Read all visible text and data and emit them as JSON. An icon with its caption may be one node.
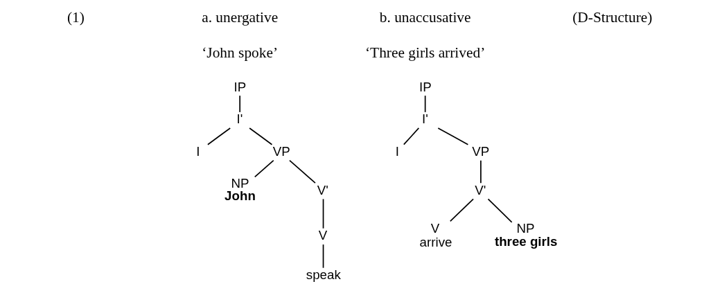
{
  "diagram": {
    "nodes": [
      {
        "text": [
          "IP"
        ]
      },
      {
        "text": [
          "I'"
        ]
      },
      {
        "text": [
          "I"
        ]
      },
      {
        "text": [
          "VP"
        ]
      },
      {
        "text": [
          "NP"
        ],
        "beside": [
          "John"
        ]
      },
      {
        "text": [
          "V'"
        ]
      },
      {
        "text": [
          "V"
        ]
      },
      {
        "text": [
          "speak"
        ]
      },
      {
        "text": [
          "IP"
        ]
      },
      {
        "text": [
          "I'"
        ]
      },
      {
        "text": [
          "I"
        ]
      },
      {
        "text": [
          "VP"
        ]
      },
      {
        "text": [
          "V'"
        ]
      },
      {
        "text": [
          "V"
        ],
        "beside": [
          "arrive"
        ]
      },
      {
        "text": [
          "NP"
        ],
        "beside": [
          "three girls"
        ]
      }
    ],
    "edges": [
      {
        "from": 0,
        "to": 1,
        "arrow": "none"
      },
      {
        "from": 1,
        "to": 2,
        "arrow": "none"
      },
      {
        "from": 1,
        "to": 3,
        "arrow": "none"
      },
      {
        "from": 3,
        "to": 4,
        "arrow": "none"
      },
      {
        "from": 3,
        "to": 5,
        "arrow": "none"
      },
      {
        "from": 5,
        "to": 6,
        "arrow": "none"
      },
      {
        "from": 6,
        "to": 7,
        "arrow": "none"
      },
      {
        "from": 8,
        "to": 9,
        "arrow": "none"
      },
      {
        "from": 9,
        "to": 10,
        "arrow": "none"
      },
      {
        "from": 9,
        "to": 11,
        "arrow": "none"
      },
      {
        "from": 11,
        "to": 12,
        "arrow": "none"
      },
      {
        "from": 12,
        "to": 13,
        "arrow": "none"
      },
      {
        "from": 12,
        "to": 14,
        "arrow": "none"
      }
    ],
    "labels": [
      "(1)",
      "a. unergative",
      "b. unaccusative",
      "(D-Structure)",
      "‘John spoke’",
      "‘Three girls arrived’"
    ]
  }
}
